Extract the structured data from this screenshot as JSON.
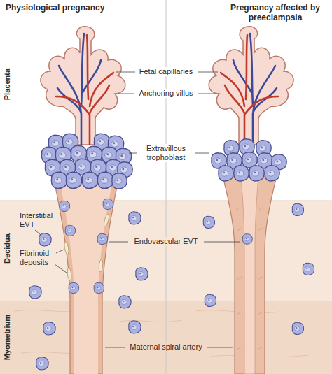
{
  "diagram": {
    "labels": [
      "Physiological pregnancy",
      "Pregnancy affected by preeclampsia",
      "Placenta",
      "Fetal capillaries",
      "Anchoring villus",
      "Extravillous trophoblast",
      "Decidua",
      "Interstitial EVT",
      "Endovascular EVT",
      "Fibrinoid deposits",
      "Myometrium",
      "Maternal spiral artery"
    ]
  }
}
